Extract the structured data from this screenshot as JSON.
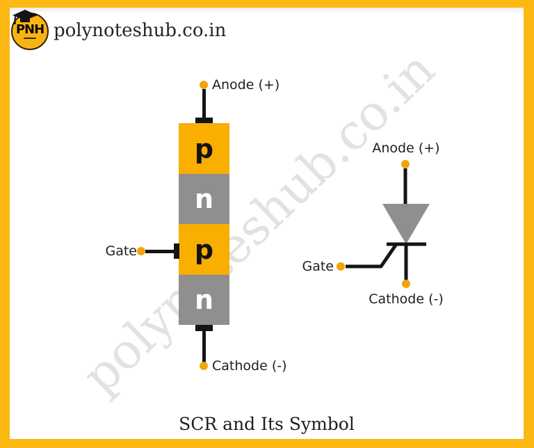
{
  "colors": {
    "frame": "#FCB813",
    "layer_p": "#F9AE00",
    "layer_n": "#8F8F8F",
    "triangle": "#8F8F8F",
    "line": "#141414",
    "dot": "#F1A40B",
    "text": "#1E1E1E",
    "watermark": "#E2E2E2",
    "logo_bg": "#F9B413",
    "logo_ring": "#301F02"
  },
  "header": {
    "logo_text": "PNH",
    "site_name": "polynoteshub.co.in"
  },
  "watermark_text": "polynoteshub.co.in",
  "caption": "SCR and Its Symbol",
  "structure_diagram": {
    "anode_label": "Anode (+)",
    "gate_label": "Gate",
    "cathode_label": "Cathode (-)",
    "layers": [
      {
        "type": "p",
        "label": "p"
      },
      {
        "type": "n",
        "label": "n"
      },
      {
        "type": "p",
        "label": "p"
      },
      {
        "type": "n",
        "label": "n"
      }
    ]
  },
  "symbol_diagram": {
    "anode_label": "Anode (+)",
    "gate_label": "Gate",
    "cathode_label": "Cathode (-)"
  }
}
